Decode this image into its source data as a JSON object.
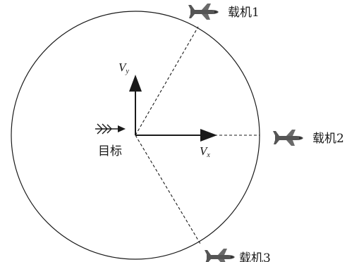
{
  "labels": {
    "target": "目标",
    "carrier1": "载机1",
    "carrier2": "载机2",
    "carrier3": "载机3"
  },
  "vectors": {
    "vx_symbol": "V",
    "vx_sub": "x",
    "vy_symbol": "V",
    "vy_sub": "y"
  },
  "icons": {
    "carrier": "airplane-icon",
    "target": "target-arrow-icon"
  },
  "colors": {
    "stroke": "#1a1a1a",
    "aircraft": "#555555"
  }
}
